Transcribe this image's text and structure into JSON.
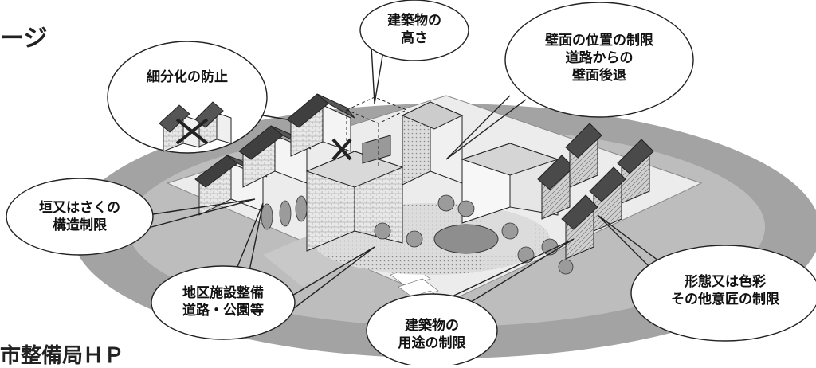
{
  "page": {
    "heading_fragment_top": "ージ",
    "heading_fragment_bottom": "市整備局ＨＰ"
  },
  "callouts": {
    "subdivision": {
      "lines": [
        "細分化の防止"
      ]
    },
    "height": {
      "lines": [
        "建築物の",
        "高さ"
      ]
    },
    "wall_position": {
      "lines": [
        "壁面の位置の制限",
        "道路からの",
        "壁面後退"
      ]
    },
    "fence": {
      "lines": [
        "垣又はさくの",
        "構造制限"
      ]
    },
    "facilities": {
      "lines": [
        "地区施設整備",
        "道路・公園等"
      ]
    },
    "use": {
      "lines": [
        "建築物の",
        "用途の制限"
      ]
    },
    "form_color": {
      "lines": [
        "形態又は色彩",
        "その他意匠の制限"
      ]
    }
  },
  "colors": {
    "ground": "#9a9a9a",
    "block": "#e6e6e6",
    "park": "#cfcfcf",
    "roof_dark": "#4a4a4a",
    "outline": "#222222"
  }
}
